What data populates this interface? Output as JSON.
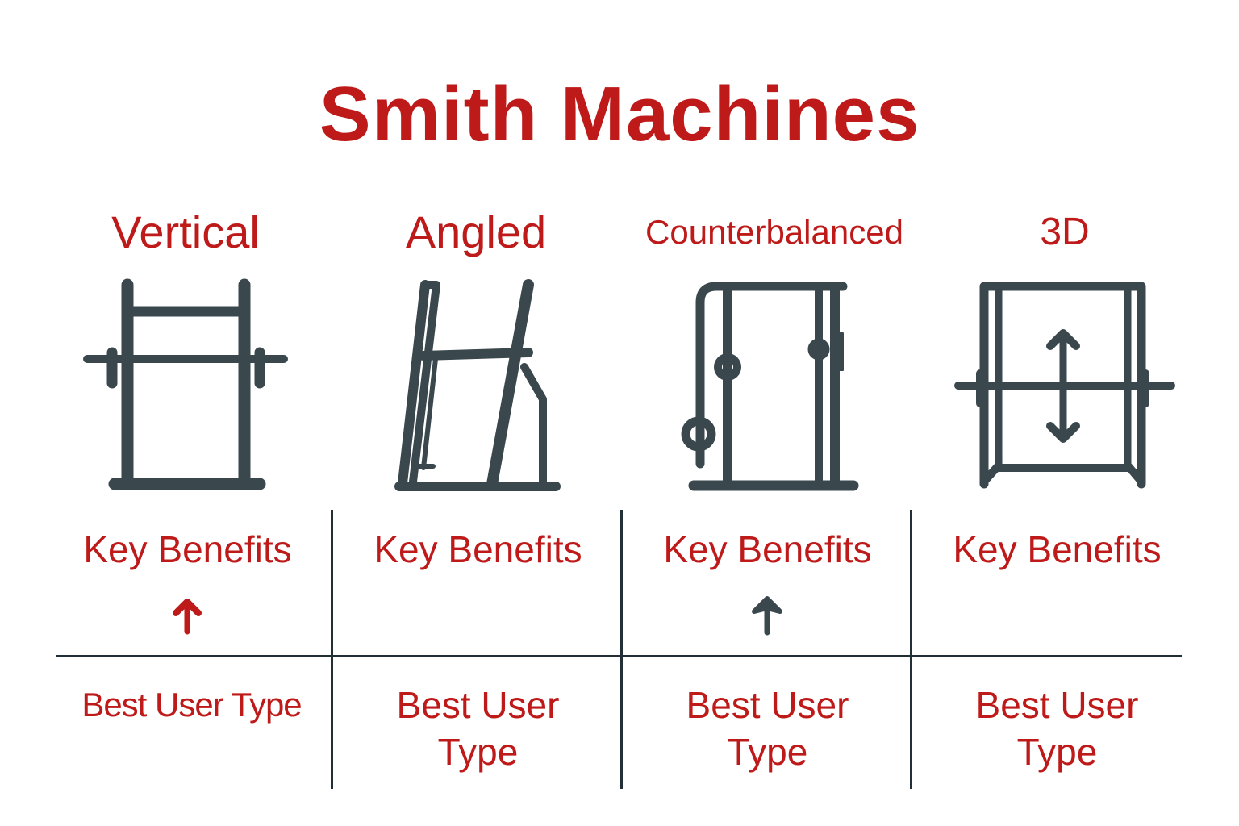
{
  "title": "Smith Machines",
  "colors": {
    "accent": "#be1a1a",
    "icon": "#3a474d",
    "divider": "#222f36"
  },
  "columns": [
    {
      "name": "Vertical",
      "icon": "vertical-smith-machine-icon",
      "key_benefits_label": "Key Benefits",
      "key_benefits_icon": "up-arrow-icon",
      "key_benefits_icon_color": "#be1a1a",
      "best_user_type_label": "Best User Type"
    },
    {
      "name": "Angled",
      "icon": "angled-smith-machine-icon",
      "key_benefits_label": "Key Benefits",
      "best_user_type_label_line1": "Best User",
      "best_user_type_label_line2": "Type"
    },
    {
      "name": "Counterbalanced",
      "icon": "counterbalanced-smith-machine-icon",
      "key_benefits_label": "Key Benefits",
      "key_benefits_icon": "up-arrow-icon",
      "key_benefits_icon_color": "#3a474d",
      "best_user_type_label_line1": "Best User",
      "best_user_type_label_line2": "Type"
    },
    {
      "name": "3D",
      "icon": "3d-smith-machine-icon",
      "key_benefits_label": "Key Benefits",
      "best_user_type_label_line1": "Best User",
      "best_user_type_label_line2": "Type"
    }
  ]
}
